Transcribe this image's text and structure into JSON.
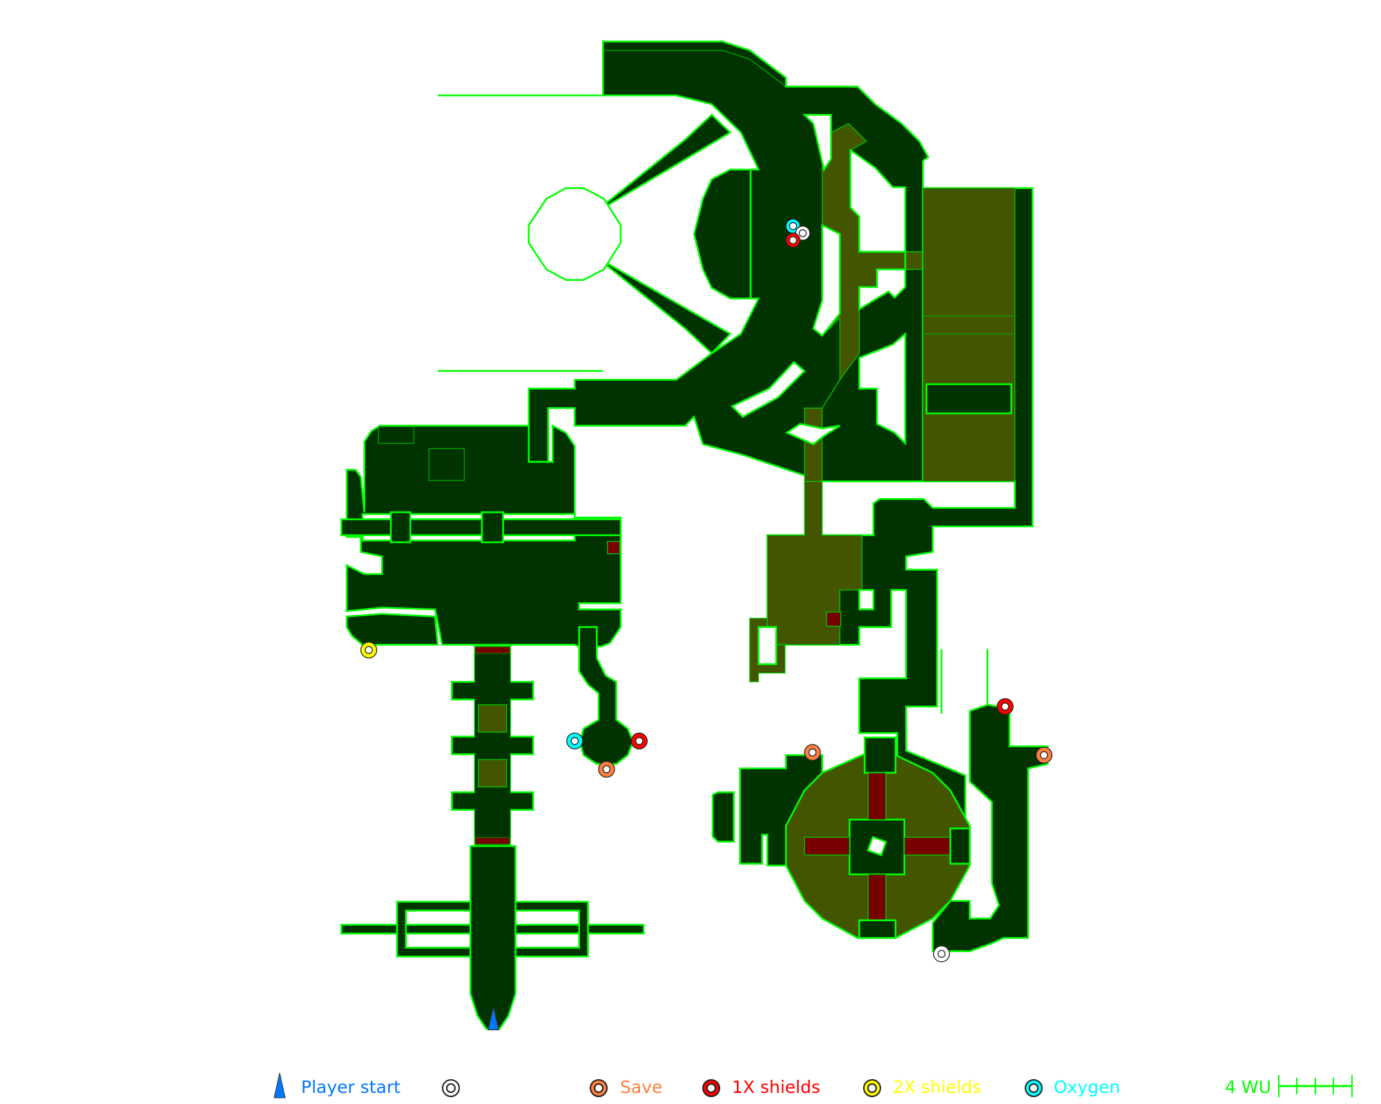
{
  "colors": {
    "floor": "#003300",
    "line": "#00ff00",
    "olive": "#445500",
    "platform": "#770000",
    "player": "#0077ff",
    "save": "#ff7f3f",
    "shields1x": "#ff0000",
    "shields2x": "#ffff00",
    "oxygen": "#00ffff"
  },
  "legend": {
    "player_start": "Player start",
    "unlabeled_item": "",
    "save": "Save",
    "shields_1x": "1X shields",
    "shields_2x": "2X shields",
    "oxygen": "Oxygen",
    "scale": "4 WU"
  }
}
